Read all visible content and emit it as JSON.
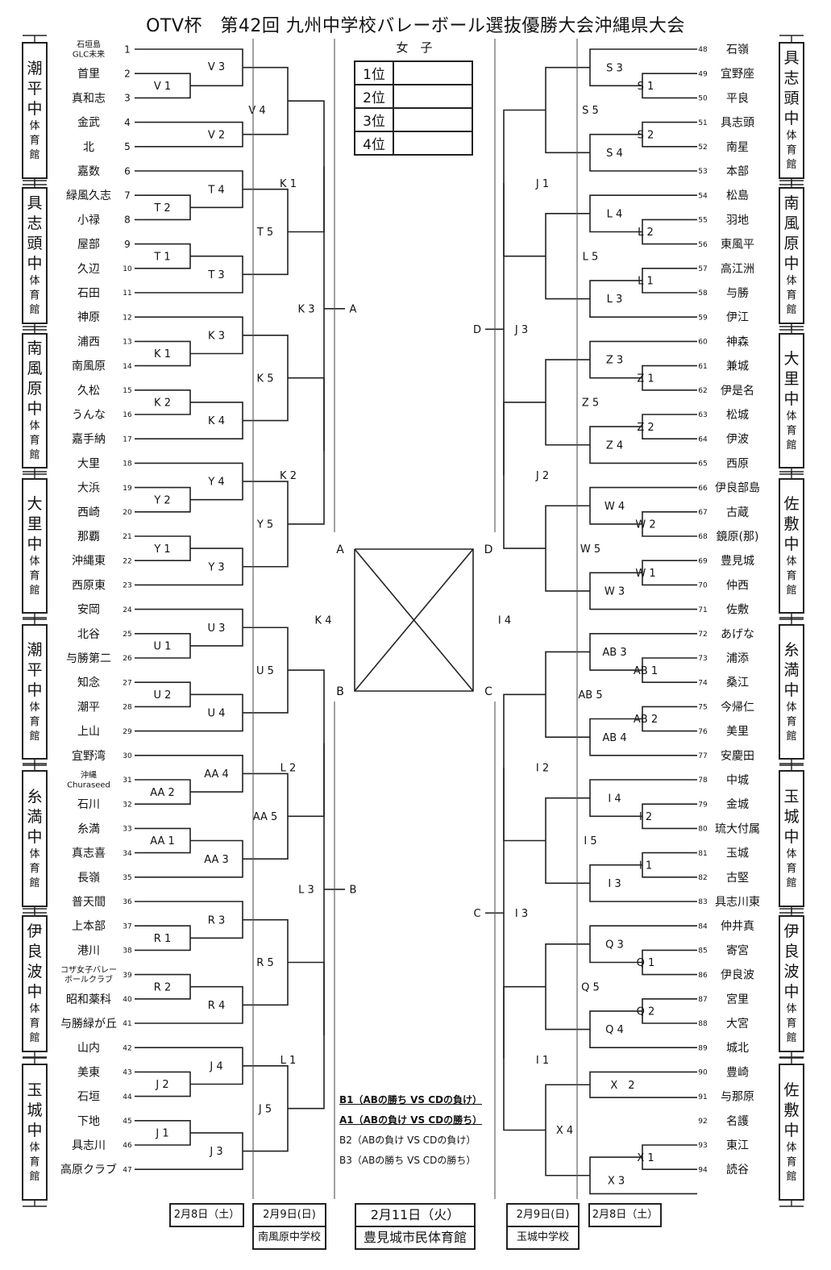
{
  "title": "OTV杯　第42回 九州中学校バレーボール選抜優勝大会沖縄県大会",
  "division": "女　子",
  "ranking": [
    {
      "label": "1位",
      "value": ""
    },
    {
      "label": "2位",
      "value": ""
    },
    {
      "label": "3位",
      "value": ""
    },
    {
      "label": "4位",
      "value": ""
    }
  ],
  "left_teams": [
    {
      "no": 1,
      "name": "石垣島\nGLC未来"
    },
    {
      "no": 2,
      "name": "首里"
    },
    {
      "no": 3,
      "name": "真和志"
    },
    {
      "no": 4,
      "name": "金武"
    },
    {
      "no": 5,
      "name": "北"
    },
    {
      "no": 6,
      "name": "嘉数"
    },
    {
      "no": 7,
      "name": "緑風久志"
    },
    {
      "no": 8,
      "name": "小禄"
    },
    {
      "no": 9,
      "name": "屋部"
    },
    {
      "no": 10,
      "name": "久辺"
    },
    {
      "no": 11,
      "name": "石田"
    },
    {
      "no": 12,
      "name": "神原"
    },
    {
      "no": 13,
      "name": "浦西"
    },
    {
      "no": 14,
      "name": "南風原"
    },
    {
      "no": 15,
      "name": "久松"
    },
    {
      "no": 16,
      "name": "うんな"
    },
    {
      "no": 17,
      "name": "嘉手納"
    },
    {
      "no": 18,
      "name": "大里"
    },
    {
      "no": 19,
      "name": "大浜"
    },
    {
      "no": 20,
      "name": "西崎"
    },
    {
      "no": 21,
      "name": "那覇"
    },
    {
      "no": 22,
      "name": "沖縄東"
    },
    {
      "no": 23,
      "name": "西原東"
    },
    {
      "no": 24,
      "name": "安岡"
    },
    {
      "no": 25,
      "name": "北谷"
    },
    {
      "no": 26,
      "name": "与勝第二"
    },
    {
      "no": 27,
      "name": "知念"
    },
    {
      "no": 28,
      "name": "潮平"
    },
    {
      "no": 29,
      "name": "上山"
    },
    {
      "no": 30,
      "name": "宜野湾"
    },
    {
      "no": 31,
      "name": "沖縄\nChuraseed"
    },
    {
      "no": 32,
      "name": "石川"
    },
    {
      "no": 33,
      "name": "糸満"
    },
    {
      "no": 34,
      "name": "真志喜"
    },
    {
      "no": 35,
      "name": "長嶺"
    },
    {
      "no": 36,
      "name": "普天間"
    },
    {
      "no": 37,
      "name": "上本部"
    },
    {
      "no": 38,
      "name": "港川"
    },
    {
      "no": 39,
      "name": "コザ女子バレー\nボールクラブ"
    },
    {
      "no": 40,
      "name": "昭和薬科"
    },
    {
      "no": 41,
      "name": "与勝緑が丘"
    },
    {
      "no": 42,
      "name": "山内"
    },
    {
      "no": 43,
      "name": "美東"
    },
    {
      "no": 44,
      "name": "石垣"
    },
    {
      "no": 45,
      "name": "下地"
    },
    {
      "no": 46,
      "name": "具志川"
    },
    {
      "no": 47,
      "name": "高原クラブ"
    }
  ],
  "right_teams": [
    {
      "no": 48,
      "name": "石嶺"
    },
    {
      "no": 49,
      "name": "宜野座"
    },
    {
      "no": 50,
      "name": "平良"
    },
    {
      "no": 51,
      "name": "具志頭"
    },
    {
      "no": 52,
      "name": "南星"
    },
    {
      "no": 53,
      "name": "本部"
    },
    {
      "no": 54,
      "name": "松島"
    },
    {
      "no": 55,
      "name": "羽地"
    },
    {
      "no": 56,
      "name": "東風平"
    },
    {
      "no": 57,
      "name": "高江洲"
    },
    {
      "no": 58,
      "name": "与勝"
    },
    {
      "no": 59,
      "name": "伊江"
    },
    {
      "no": 60,
      "name": "神森"
    },
    {
      "no": 61,
      "name": "兼城"
    },
    {
      "no": 62,
      "name": "伊是名"
    },
    {
      "no": 63,
      "name": "松城"
    },
    {
      "no": 64,
      "name": "伊波"
    },
    {
      "no": 65,
      "name": "西原"
    },
    {
      "no": 66,
      "name": "伊良部島"
    },
    {
      "no": 67,
      "name": "古蔵"
    },
    {
      "no": 68,
      "name": "鏡原(那)"
    },
    {
      "no": 69,
      "name": "豊見城"
    },
    {
      "no": 70,
      "name": "仲西"
    },
    {
      "no": 71,
      "name": "佐敷"
    },
    {
      "no": 72,
      "name": "あげな"
    },
    {
      "no": 73,
      "name": "浦添"
    },
    {
      "no": 74,
      "name": "桑江"
    },
    {
      "no": 75,
      "name": "今帰仁"
    },
    {
      "no": 76,
      "name": "美里"
    },
    {
      "no": 77,
      "name": "安慶田"
    },
    {
      "no": 78,
      "name": "中城"
    },
    {
      "no": 79,
      "name": "金城"
    },
    {
      "no": 80,
      "name": "琉大付属"
    },
    {
      "no": 81,
      "name": "玉城"
    },
    {
      "no": 82,
      "name": "古堅"
    },
    {
      "no": 83,
      "name": "具志川東"
    },
    {
      "no": 84,
      "name": "仲井真"
    },
    {
      "no": 85,
      "name": "寄宮"
    },
    {
      "no": 86,
      "name": "伊良波"
    },
    {
      "no": 87,
      "name": "宮里"
    },
    {
      "no": 88,
      "name": "大宮"
    },
    {
      "no": 89,
      "name": "城北"
    },
    {
      "no": 90,
      "name": "豊崎"
    },
    {
      "no": 91,
      "name": "与那原"
    },
    {
      "no": 92,
      "name": "名護"
    },
    {
      "no": 93,
      "name": "東江"
    },
    {
      "no": 94,
      "name": "読谷"
    }
  ],
  "left_blocks": [
    {
      "venue": "潮平中体育館",
      "games": {
        "r1a": "V 1",
        "r2a": "V 3",
        "r2b": "V 2",
        "r3": "V 4"
      },
      "pattern": "A"
    },
    {
      "venue": "具志頭中体育館",
      "games": {
        "r1a": "T 2",
        "r1b": "T 1",
        "r2a": "T 4",
        "r2b": "T 3",
        "r3": "T 5"
      },
      "pattern": "B"
    },
    {
      "venue": "南風原中体育館",
      "games": {
        "r1a": "K 1",
        "r1b": "K 2",
        "r2a": "K 3",
        "r2b": "K 4",
        "r3": "K 5"
      },
      "pattern": "C"
    },
    {
      "venue": "大里中体育館",
      "games": {
        "r1a": "Y 2",
        "r1b": "Y 1",
        "r2a": "Y 4",
        "r2b": "Y 3",
        "r3": "Y 5"
      },
      "pattern": "B"
    },
    {
      "venue": "潮平中体育館",
      "games": {
        "r1a": "U 1",
        "r1b": "U 2",
        "r2a": "U 3",
        "r2b": "U 4",
        "r3": "U 5"
      },
      "pattern": "C"
    },
    {
      "venue": "糸満中体育館",
      "games": {
        "r1a": "AA 2",
        "r1b": "AA 1",
        "r2a": "AA 4",
        "r2b": "AA 3",
        "r3": "AA 5"
      },
      "pattern": "B"
    },
    {
      "venue": "伊良波中体育館",
      "games": {
        "r1a": "R 1",
        "r1b": "R 2",
        "r2a": "R 3",
        "r2b": "R 4",
        "r3": "R 5"
      },
      "pattern": "C"
    },
    {
      "venue": "玉城中体育館",
      "games": {
        "r1a": "J 2",
        "r1b": "J 1",
        "r2a": "J 4",
        "r2b": "J 3",
        "r3": "J 5"
      },
      "pattern": "B"
    }
  ],
  "right_blocks": [
    {
      "venue": "具志頭中体育館",
      "games": {
        "r1a": "S 1",
        "r1b": "S 2",
        "r2a": "S 3",
        "r2b": "S 4",
        "r3": "S 5"
      },
      "pattern": "C"
    },
    {
      "venue": "南風原中体育館",
      "games": {
        "r1a": "L 2",
        "r1b": "L 1",
        "r2a": "L 4",
        "r2b": "L 3",
        "r3": "L 5"
      },
      "pattern": "C"
    },
    {
      "venue": "大里中体育館",
      "games": {
        "r1a": "Z 1",
        "r1b": "Z 2",
        "r2a": "Z 3",
        "r2b": "Z 4",
        "r3": "Z 5"
      },
      "pattern": "C"
    },
    {
      "venue": "佐敷中体育館",
      "games": {
        "r1a": "W 2",
        "r1b": "W 1",
        "r2a": "W 4",
        "r2b": "W 3",
        "r3": "W 5"
      },
      "pattern": "C"
    },
    {
      "venue": "糸満中体育館",
      "games": {
        "r1a": "AB 1",
        "r1b": "AB 2",
        "r2a": "AB 3",
        "r2b": "AB 4",
        "r3": "AB 5"
      },
      "pattern": "C"
    },
    {
      "venue": "玉城中体育館",
      "games": {
        "r1a": "I 2",
        "r1b": "I 1",
        "r2a": "I 4",
        "r2b": "I 3",
        "r3": "I 5"
      },
      "pattern": "C"
    },
    {
      "venue": "伊良波中体育館",
      "games": {
        "r1a": "Q 1",
        "r1b": "Q 2",
        "r2a": "Q 3",
        "r2b": "Q 4",
        "r3": "Q 5"
      },
      "pattern": "C"
    },
    {
      "venue": "佐敷中体育館",
      "games": {
        "r1b": "X 1",
        "r2a": "X　2",
        "r2b": "X 3",
        "r3": "X 4"
      },
      "pattern": "D"
    }
  ],
  "left_round4": [
    "K 1",
    "K 2",
    "L 2",
    "L 1"
  ],
  "left_round5": [
    "K 3",
    "L 3"
  ],
  "right_round4": [
    "J 1",
    "J 2",
    "I 2",
    "I 1"
  ],
  "right_round5": [
    "J 3",
    "I 3"
  ],
  "semis": {
    "left_label": "K 4",
    "right_label": "I 4",
    "corners": [
      "A",
      "B",
      "C",
      "D"
    ]
  },
  "rules": [
    {
      "text": "B1（ABの勝ち VS CDの負け）",
      "emphasis": true
    },
    {
      "text": "A1（ABの負け VS CDの勝ち）",
      "emphasis": true
    },
    {
      "text": "B2（ABの負け VS CDの負け）",
      "emphasis": false
    },
    {
      "text": "B3（ABの勝ち VS CDの勝ち）",
      "emphasis": false
    }
  ],
  "dates": {
    "left_day1": "2月8日（土）",
    "left_day2": "2月9日(日)",
    "left_day2_venue": "南風原中学校",
    "final_day": "2月11日（火）",
    "final_venue": "豊見城市民体育館",
    "right_day2": "2月9日(日)",
    "right_day2_venue": "玉城中学校",
    "right_day1": "2月8日（土）"
  }
}
